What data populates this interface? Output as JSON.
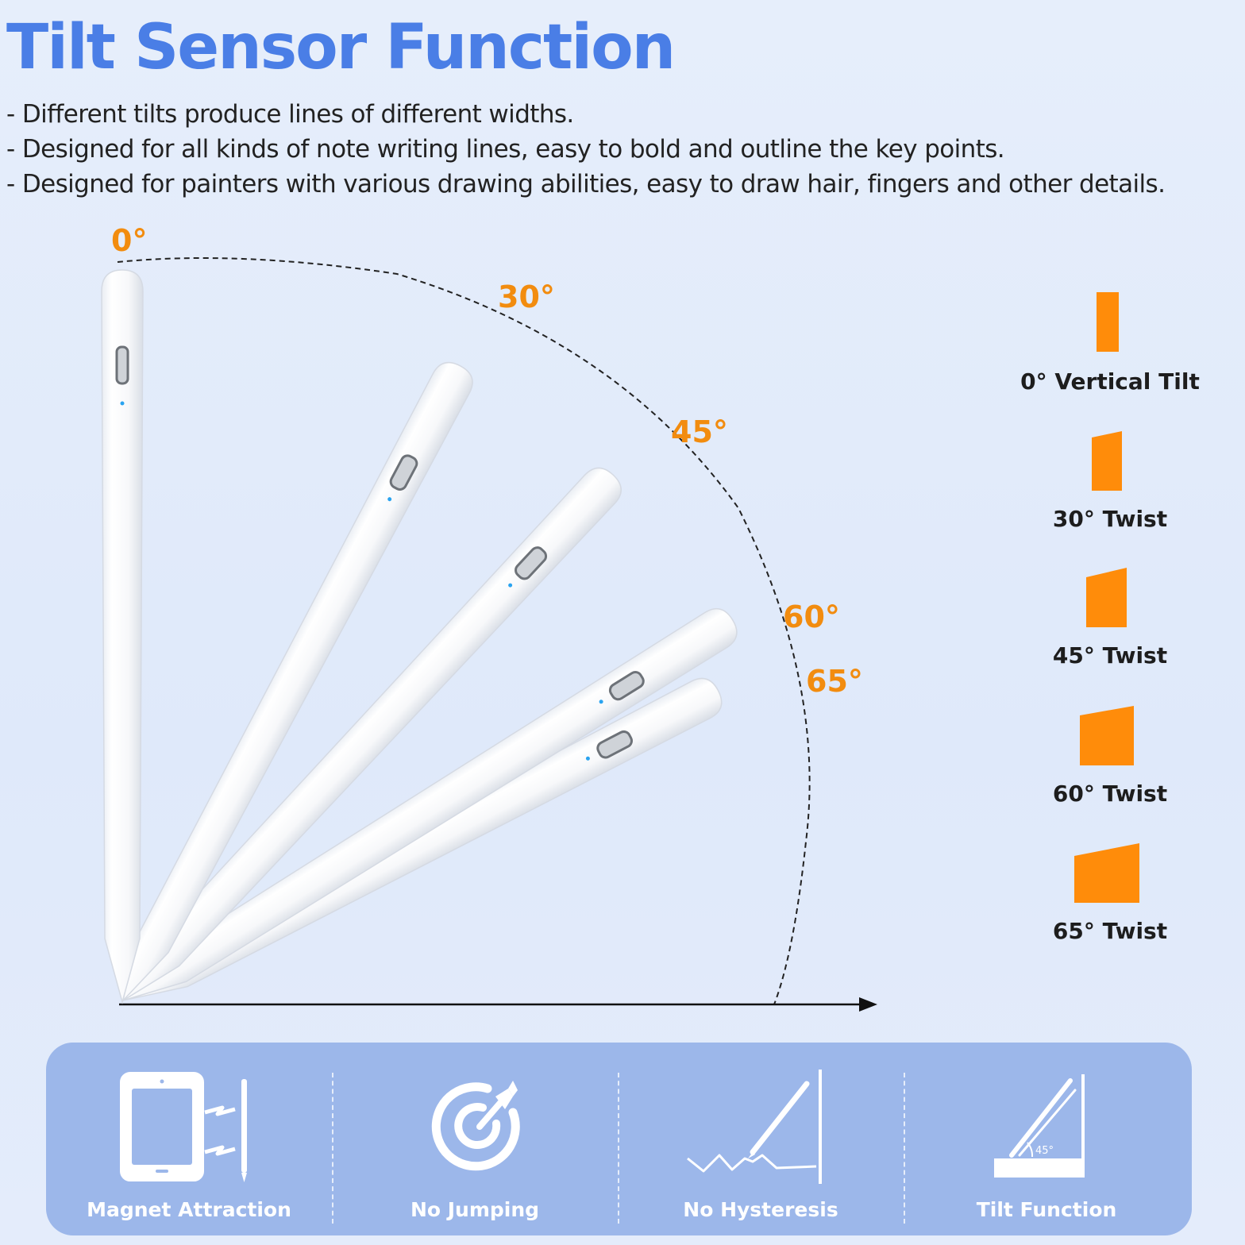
{
  "title": "Tilt Sensor Function",
  "bullets": [
    "- Different tilts produce lines of different widths.",
    "- Designed for all kinds of note writing lines, easy to bold and outline the key points.",
    "- Designed for painters with various drawing abilities, easy to draw hair, fingers and other details."
  ],
  "angles": [
    "0°",
    "30°",
    "45°",
    "60°",
    "65°"
  ],
  "tilts": [
    {
      "label": "0° Vertical Tilt"
    },
    {
      "label": "30° Twist"
    },
    {
      "label": "45° Twist"
    },
    {
      "label": "60° Twist"
    },
    {
      "label": "65° Twist"
    }
  ],
  "features": [
    {
      "label": "Magnet Attraction",
      "icon": "tablet-magnet-icon"
    },
    {
      "label": "No Jumping",
      "icon": "target-pen-icon"
    },
    {
      "label": "No Hysteresis",
      "icon": "pen-wave-icon"
    },
    {
      "label": "Tilt Function",
      "icon": "pen-tilt-45-icon"
    }
  ],
  "tilt_icon_angle": "45°",
  "colors": {
    "title": "#4a7ee6",
    "accent": "#f28c0f",
    "swatch": "#ff8c0a",
    "panel": "#9cb7ea",
    "background": "#e3ebfa"
  }
}
